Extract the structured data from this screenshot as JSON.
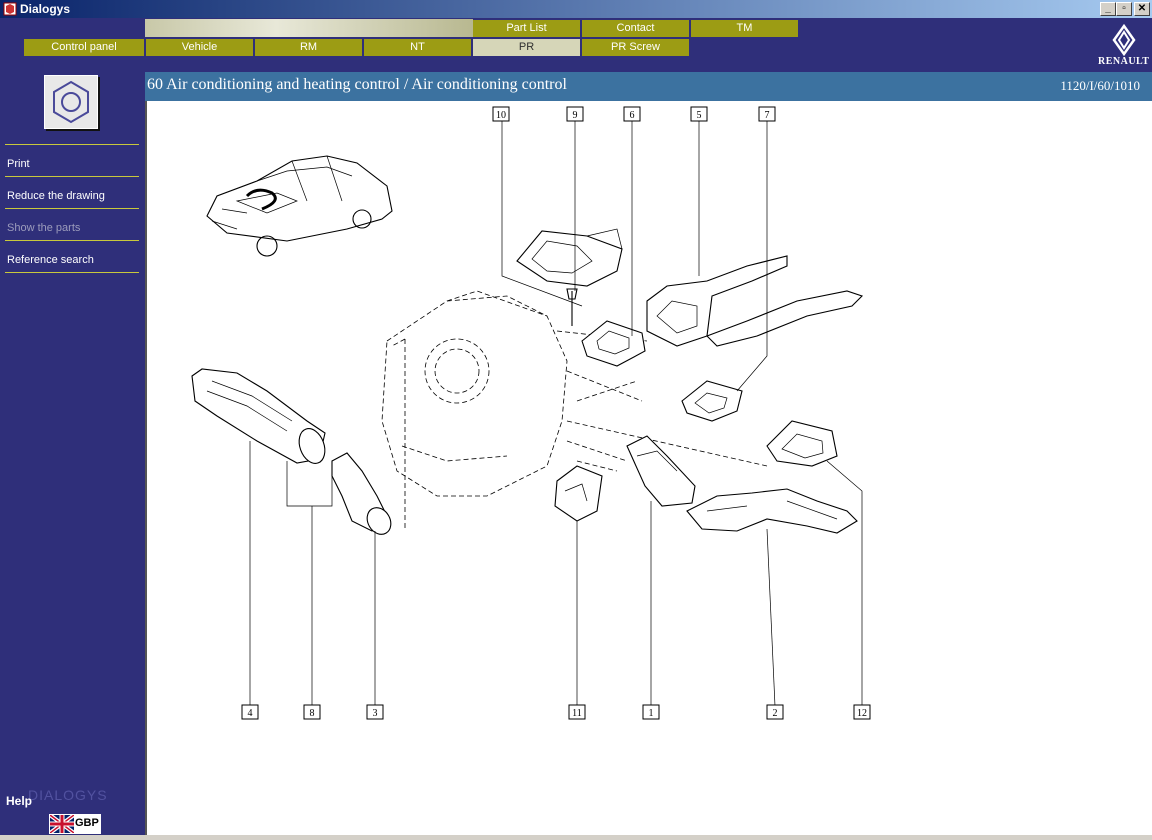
{
  "window": {
    "title": "Dialogys",
    "min": "_",
    "restore": "▫",
    "close": "✕"
  },
  "tabs_top": [
    {
      "label": "Part List"
    },
    {
      "label": "Contact"
    },
    {
      "label": "TM"
    }
  ],
  "tabs_bottom": [
    {
      "label": "Control panel"
    },
    {
      "label": "Vehicle"
    },
    {
      "label": "RM"
    },
    {
      "label": "NT"
    },
    {
      "label": "PR",
      "active": true
    },
    {
      "label": "PR Screw"
    }
  ],
  "brand": {
    "name": "RENAULT"
  },
  "sidebar": {
    "items": [
      {
        "label": "Print",
        "enabled": true
      },
      {
        "label": "Reduce the drawing",
        "enabled": true
      },
      {
        "label": "Show the parts",
        "enabled": false
      },
      {
        "label": "Reference search",
        "enabled": true
      }
    ],
    "help_label": "Help",
    "dialogys_mark": "DIALOGYS",
    "currency": "GBP"
  },
  "page": {
    "title": "60 Air conditioning and heating control / Air conditioning control",
    "reference": "1120/I/60/1010"
  },
  "callouts_top": [
    "10",
    "9",
    "6",
    "5",
    "7"
  ],
  "callouts_bottom": [
    "4",
    "8",
    "3",
    "11",
    "1",
    "2",
    "12"
  ],
  "colors": {
    "navy": "#2f2f7a",
    "olive": "#9c9c14",
    "header_blue": "#3c72a0"
  }
}
